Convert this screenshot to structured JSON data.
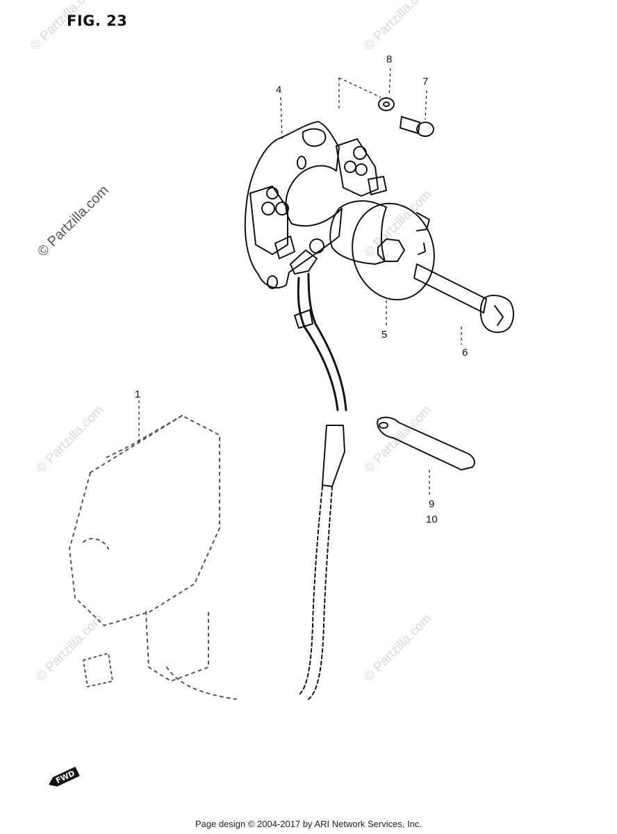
{
  "figure": {
    "title": "FIG. 23"
  },
  "callouts": {
    "c1": "1",
    "c4": "4",
    "c5": "5",
    "c6": "6",
    "c7": "7",
    "c8": "8",
    "c9": "9",
    "c10": "10"
  },
  "watermark": {
    "text": "© Partzilla.com"
  },
  "forward_marker": "FWD",
  "footer": {
    "text": "Page design © 2004-2017 by ARI Network Services, Inc."
  }
}
